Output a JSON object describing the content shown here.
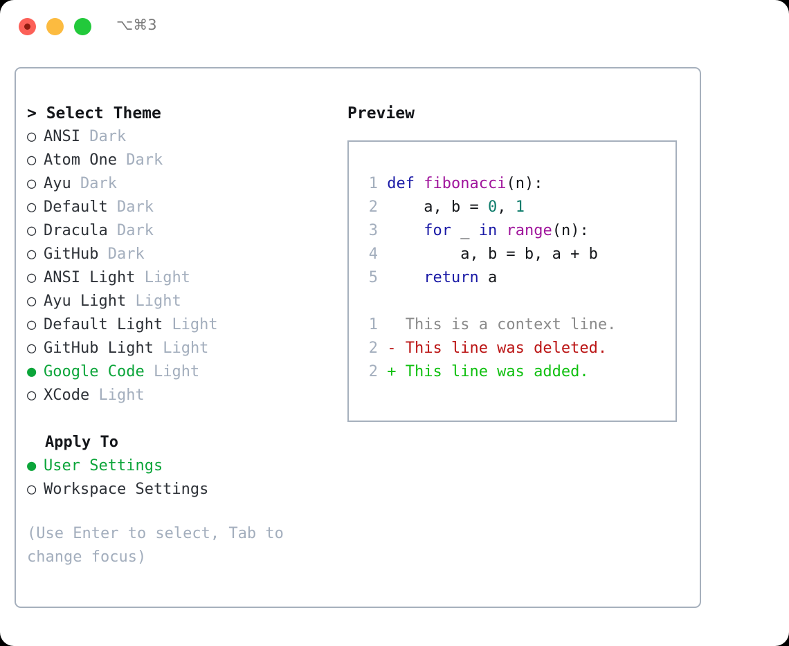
{
  "window": {
    "traffic_lights": [
      "close",
      "minimize",
      "maximize"
    ],
    "shortcut": "⌥⌘3",
    "colors": {
      "close": "#fc6058",
      "minimize": "#fcbb40",
      "maximize": "#22c93b",
      "accent_green": "#0ca53a",
      "border": "#a6b0bd",
      "muted": "#a3aebd"
    }
  },
  "theme_picker": {
    "header": "Select Theme",
    "header_prefix": ">",
    "marker_unselected": "○",
    "marker_selected": "●",
    "items": [
      {
        "name": "ANSI",
        "variant": "Dark",
        "selected": false
      },
      {
        "name": "Atom One",
        "variant": "Dark",
        "selected": false
      },
      {
        "name": "Ayu",
        "variant": "Dark",
        "selected": false
      },
      {
        "name": "Default",
        "variant": "Dark",
        "selected": false
      },
      {
        "name": "Dracula",
        "variant": "Dark",
        "selected": false
      },
      {
        "name": "GitHub",
        "variant": "Dark",
        "selected": false
      },
      {
        "name": "ANSI Light",
        "variant": "Light",
        "selected": false
      },
      {
        "name": "Ayu Light",
        "variant": "Light",
        "selected": false
      },
      {
        "name": "Default Light",
        "variant": "Light",
        "selected": false
      },
      {
        "name": "GitHub Light",
        "variant": "Light",
        "selected": false
      },
      {
        "name": "Google Code",
        "variant": "Light",
        "selected": true
      },
      {
        "name": "XCode",
        "variant": "Light",
        "selected": false
      }
    ]
  },
  "apply_to": {
    "header": "Apply To",
    "items": [
      {
        "name": "User Settings",
        "selected": true
      },
      {
        "name": "Workspace Settings",
        "selected": false
      }
    ]
  },
  "hint": "(Use Enter to select, Tab to change focus)",
  "preview": {
    "title": "Preview",
    "code_lines": [
      {
        "num": "1",
        "tokens": [
          {
            "t": "def",
            "c": "kw"
          },
          {
            "t": " ",
            "c": "plain"
          },
          {
            "t": "fibonacci",
            "c": "fn"
          },
          {
            "t": "(n):",
            "c": "plain"
          }
        ]
      },
      {
        "num": "2",
        "tokens": [
          {
            "t": "    a, b = ",
            "c": "plain"
          },
          {
            "t": "0",
            "c": "num"
          },
          {
            "t": ", ",
            "c": "plain"
          },
          {
            "t": "1",
            "c": "num"
          }
        ]
      },
      {
        "num": "3",
        "tokens": [
          {
            "t": "    ",
            "c": "plain"
          },
          {
            "t": "for",
            "c": "kw"
          },
          {
            "t": " _ ",
            "c": "plain"
          },
          {
            "t": "in",
            "c": "kw"
          },
          {
            "t": " ",
            "c": "plain"
          },
          {
            "t": "range",
            "c": "fn"
          },
          {
            "t": "(n):",
            "c": "plain"
          }
        ]
      },
      {
        "num": "4",
        "tokens": [
          {
            "t": "        a, b = b, a + b",
            "c": "plain"
          }
        ]
      },
      {
        "num": "5",
        "tokens": [
          {
            "t": "    ",
            "c": "plain"
          },
          {
            "t": "return",
            "c": "kw"
          },
          {
            "t": " a",
            "c": "plain"
          }
        ]
      }
    ],
    "diff_lines": [
      {
        "num": "1",
        "sign": "  ",
        "text": "This is a context line.",
        "cls": "ctx"
      },
      {
        "num": "2",
        "sign": "- ",
        "text": "This line was deleted.",
        "cls": "del"
      },
      {
        "num": "2",
        "sign": "+ ",
        "text": "This line was added.",
        "cls": "add"
      }
    ]
  }
}
